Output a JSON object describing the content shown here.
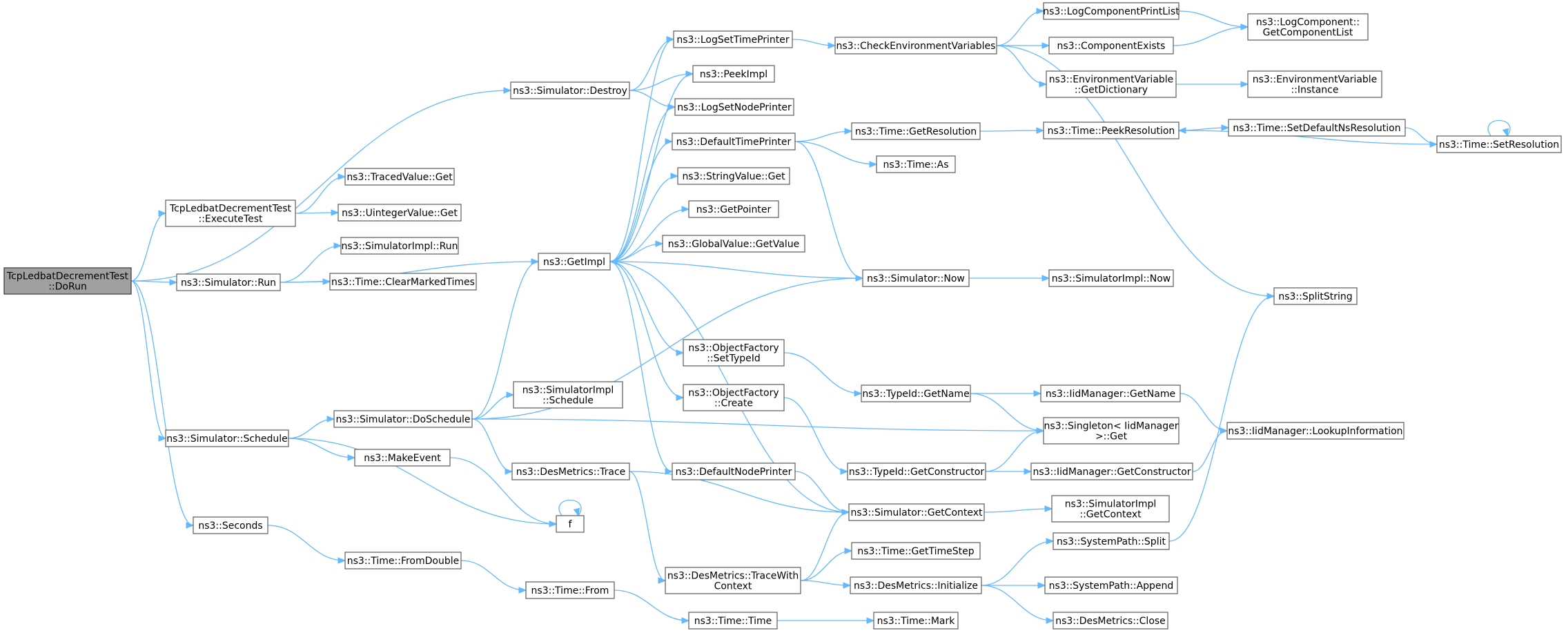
{
  "graph": {
    "colors": {
      "edge": "#63b8ff",
      "node_border": "#666666",
      "root_fill": "#a0a0a0",
      "root_border": "#404040",
      "node_fill": "#ffffff"
    },
    "nodes": [
      {
        "id": "dorun",
        "lines": [
          "TcpLedbatDecrementTest",
          "::DoRun"
        ],
        "root": true
      },
      {
        "id": "sim_destroy",
        "lines": [
          "ns3::Simulator::Destroy"
        ]
      },
      {
        "id": "exectest",
        "lines": [
          "TcpLedbatDecrementTest",
          "::ExecuteTest"
        ]
      },
      {
        "id": "sim_run",
        "lines": [
          "ns3::Simulator::Run"
        ]
      },
      {
        "id": "sim_schedule",
        "lines": [
          "ns3::Simulator::Schedule"
        ]
      },
      {
        "id": "seconds",
        "lines": [
          "ns3::Seconds"
        ]
      },
      {
        "id": "traced_get",
        "lines": [
          "ns3::TracedValue::Get"
        ]
      },
      {
        "id": "uint_get",
        "lines": [
          "ns3::UintegerValue::Get"
        ]
      },
      {
        "id": "simimpl_run",
        "lines": [
          "ns3::SimulatorImpl::Run"
        ]
      },
      {
        "id": "clearmarked",
        "lines": [
          "ns3::Time::ClearMarkedTimes"
        ]
      },
      {
        "id": "doschedule",
        "lines": [
          "ns3::Simulator::DoSchedule"
        ]
      },
      {
        "id": "makeevent",
        "lines": [
          "ns3::MakeEvent"
        ]
      },
      {
        "id": "fromdouble",
        "lines": [
          "ns3::Time::FromDouble"
        ]
      },
      {
        "id": "getimpl",
        "lines": [
          "ns3::GetImpl"
        ]
      },
      {
        "id": "simimpl_sched",
        "lines": [
          "ns3::SimulatorImpl",
          "::Schedule"
        ]
      },
      {
        "id": "desm_trace",
        "lines": [
          "ns3::DesMetrics::Trace"
        ]
      },
      {
        "id": "f",
        "lines": [
          "f"
        ]
      },
      {
        "id": "time_from",
        "lines": [
          "ns3::Time::From"
        ]
      },
      {
        "id": "logsettime",
        "lines": [
          "ns3::LogSetTimePrinter"
        ]
      },
      {
        "id": "peekimpl",
        "lines": [
          "ns3::PeekImpl"
        ]
      },
      {
        "id": "logsetnode",
        "lines": [
          "ns3::LogSetNodePrinter"
        ]
      },
      {
        "id": "deftimeprinter",
        "lines": [
          "ns3::DefaultTimePrinter"
        ]
      },
      {
        "id": "strval_get",
        "lines": [
          "ns3::StringValue::Get"
        ]
      },
      {
        "id": "getpointer",
        "lines": [
          "ns3::GetPointer"
        ]
      },
      {
        "id": "globval_get",
        "lines": [
          "ns3::GlobalValue::GetValue"
        ]
      },
      {
        "id": "objf_settypeid",
        "lines": [
          "ns3::ObjectFactory",
          "::SetTypeId"
        ]
      },
      {
        "id": "objf_create",
        "lines": [
          "ns3::ObjectFactory",
          "::Create"
        ]
      },
      {
        "id": "defnodeprinter",
        "lines": [
          "ns3::DefaultNodePrinter"
        ]
      },
      {
        "id": "desm_tracewc",
        "lines": [
          "ns3::DesMetrics::TraceWith",
          "Context"
        ]
      },
      {
        "id": "time_time",
        "lines": [
          "ns3::Time::Time"
        ]
      },
      {
        "id": "checkenv",
        "lines": [
          "ns3::CheckEnvironmentVariables"
        ]
      },
      {
        "id": "time_getres",
        "lines": [
          "ns3::Time::GetResolution"
        ]
      },
      {
        "id": "time_as",
        "lines": [
          "ns3::Time::As"
        ]
      },
      {
        "id": "sim_now",
        "lines": [
          "ns3::Simulator::Now"
        ]
      },
      {
        "id": "typeid_getname",
        "lines": [
          "ns3::TypeId::GetName"
        ]
      },
      {
        "id": "typeid_getctor",
        "lines": [
          "ns3::TypeId::GetConstructor"
        ]
      },
      {
        "id": "sim_getcontext",
        "lines": [
          "ns3::Simulator::GetContext"
        ]
      },
      {
        "id": "time_gettimestep",
        "lines": [
          "ns3::Time::GetTimeStep"
        ]
      },
      {
        "id": "desm_init",
        "lines": [
          "ns3::DesMetrics::Initialize"
        ]
      },
      {
        "id": "time_mark",
        "lines": [
          "ns3::Time::Mark"
        ]
      },
      {
        "id": "logcompprintlist",
        "lines": [
          "ns3::LogComponentPrintList"
        ]
      },
      {
        "id": "compexists",
        "lines": [
          "ns3::ComponentExists"
        ]
      },
      {
        "id": "envvar_getdict",
        "lines": [
          "ns3::EnvironmentVariable",
          "::GetDictionary"
        ]
      },
      {
        "id": "time_peekres",
        "lines": [
          "ns3::Time::PeekResolution"
        ]
      },
      {
        "id": "simimpl_now",
        "lines": [
          "ns3::SimulatorImpl::Now"
        ]
      },
      {
        "id": "iid_getname",
        "lines": [
          "ns3::IidManager::GetName"
        ]
      },
      {
        "id": "singleton_get",
        "lines": [
          "ns3::Singleton< IidManager",
          ">::Get"
        ]
      },
      {
        "id": "iid_getctor",
        "lines": [
          "ns3::IidManager::GetConstructor"
        ]
      },
      {
        "id": "simimpl_getctx",
        "lines": [
          "ns3::SimulatorImpl",
          "::GetContext"
        ]
      },
      {
        "id": "syspath_split",
        "lines": [
          "ns3::SystemPath::Split"
        ]
      },
      {
        "id": "syspath_append",
        "lines": [
          "ns3::SystemPath::Append"
        ]
      },
      {
        "id": "desm_close",
        "lines": [
          "ns3::DesMetrics::Close"
        ]
      },
      {
        "id": "logcomp_getlist",
        "lines": [
          "ns3::LogComponent::",
          "GetComponentList"
        ]
      },
      {
        "id": "envvar_instance",
        "lines": [
          "ns3::EnvironmentVariable",
          "::Instance"
        ]
      },
      {
        "id": "time_setdefns",
        "lines": [
          "ns3::Time::SetDefaultNsResolution"
        ]
      },
      {
        "id": "time_setres",
        "lines": [
          "ns3::Time::SetResolution"
        ]
      },
      {
        "id": "splitstring",
        "lines": [
          "ns3::SplitString"
        ]
      },
      {
        "id": "iid_lookup",
        "lines": [
          "ns3::IidManager::LookupInformation"
        ]
      }
    ],
    "edges": [
      [
        "dorun",
        "sim_destroy"
      ],
      [
        "dorun",
        "exectest"
      ],
      [
        "dorun",
        "sim_run"
      ],
      [
        "dorun",
        "sim_schedule"
      ],
      [
        "dorun",
        "seconds"
      ],
      [
        "sim_destroy",
        "logsettime"
      ],
      [
        "sim_destroy",
        "peekimpl"
      ],
      [
        "sim_destroy",
        "logsetnode"
      ],
      [
        "exectest",
        "traced_get"
      ],
      [
        "exectest",
        "uint_get"
      ],
      [
        "sim_run",
        "simimpl_run"
      ],
      [
        "sim_run",
        "clearmarked"
      ],
      [
        "sim_run",
        "getimpl"
      ],
      [
        "sim_schedule",
        "doschedule"
      ],
      [
        "sim_schedule",
        "makeevent"
      ],
      [
        "sim_schedule",
        "f"
      ],
      [
        "seconds",
        "fromdouble"
      ],
      [
        "doschedule",
        "getimpl"
      ],
      [
        "doschedule",
        "simimpl_sched"
      ],
      [
        "doschedule",
        "desm_trace"
      ],
      [
        "doschedule",
        "sim_now"
      ],
      [
        "doschedule",
        "singleton_get"
      ],
      [
        "makeevent",
        "f"
      ],
      [
        "f",
        "f"
      ],
      [
        "fromdouble",
        "time_from"
      ],
      [
        "time_from",
        "time_time"
      ],
      [
        "time_time",
        "time_mark"
      ],
      [
        "getimpl",
        "logsettime"
      ],
      [
        "getimpl",
        "peekimpl"
      ],
      [
        "getimpl",
        "logsetnode"
      ],
      [
        "getimpl",
        "deftimeprinter"
      ],
      [
        "getimpl",
        "strval_get"
      ],
      [
        "getimpl",
        "getpointer"
      ],
      [
        "getimpl",
        "globval_get"
      ],
      [
        "getimpl",
        "objf_settypeid"
      ],
      [
        "getimpl",
        "objf_create"
      ],
      [
        "getimpl",
        "defnodeprinter"
      ],
      [
        "getimpl",
        "sim_getcontext"
      ],
      [
        "desm_trace",
        "desm_tracewc"
      ],
      [
        "desm_trace",
        "sim_getcontext"
      ],
      [
        "logsettime",
        "checkenv"
      ],
      [
        "deftimeprinter",
        "time_getres"
      ],
      [
        "deftimeprinter",
        "time_as"
      ],
      [
        "deftimeprinter",
        "sim_now"
      ],
      [
        "objf_settypeid",
        "typeid_getname"
      ],
      [
        "objf_create",
        "typeid_getctor"
      ],
      [
        "defnodeprinter",
        "sim_getcontext"
      ],
      [
        "desm_tracewc",
        "sim_getcontext"
      ],
      [
        "desm_tracewc",
        "time_gettimestep"
      ],
      [
        "desm_tracewc",
        "desm_init"
      ],
      [
        "checkenv",
        "logcompprintlist"
      ],
      [
        "checkenv",
        "compexists"
      ],
      [
        "checkenv",
        "envvar_getdict"
      ],
      [
        "checkenv",
        "splitstring"
      ],
      [
        "time_getres",
        "time_peekres"
      ],
      [
        "sim_now",
        "getimpl"
      ],
      [
        "sim_now",
        "simimpl_now"
      ],
      [
        "typeid_getname",
        "iid_getname"
      ],
      [
        "typeid_getname",
        "singleton_get"
      ],
      [
        "typeid_getctor",
        "singleton_get"
      ],
      [
        "typeid_getctor",
        "iid_getctor"
      ],
      [
        "sim_getcontext",
        "simimpl_getctx"
      ],
      [
        "desm_init",
        "syspath_split"
      ],
      [
        "desm_init",
        "syspath_append"
      ],
      [
        "desm_init",
        "desm_close"
      ],
      [
        "logcompprintlist",
        "logcomp_getlist"
      ],
      [
        "compexists",
        "logcomp_getlist"
      ],
      [
        "envvar_getdict",
        "envvar_instance"
      ],
      [
        "time_peekres",
        "time_setdefns"
      ],
      [
        "time_setdefns",
        "time_setres"
      ],
      [
        "time_setres",
        "time_peekres"
      ],
      [
        "time_setres",
        "time_setres"
      ],
      [
        "iid_getname",
        "iid_lookup"
      ],
      [
        "iid_getctor",
        "iid_lookup"
      ],
      [
        "syspath_split",
        "splitstring"
      ]
    ]
  }
}
